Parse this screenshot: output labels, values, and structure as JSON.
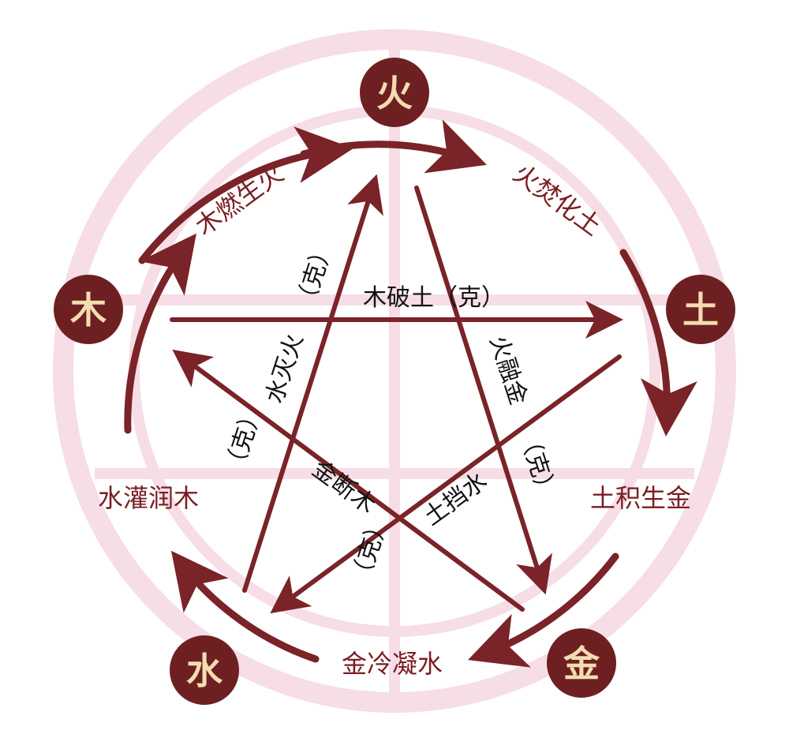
{
  "elements": {
    "fire": "火",
    "earth": "土",
    "metal": "金",
    "water": "水",
    "wood": "木"
  },
  "generating_labels": {
    "wood_fire": "木燃生火",
    "fire_earth": "火焚化土",
    "earth_metal": "土积生金",
    "metal_water": "金冷凝水",
    "water_wood": "水灌润木"
  },
  "controlling_labels": {
    "wood_earth": "木破土（克）",
    "fire_metal": "火融金",
    "fire_metal_ke": "（克）",
    "earth_water": "土挡水",
    "water_fire": "水灭火",
    "water_fire_ke": "（克）",
    "metal_wood": "金断木",
    "metal_wood_ke": "（克）",
    "earth_water_ke": "（克）"
  },
  "colors": {
    "node_fill": "#6e1f22",
    "node_text": "#f3ddb0",
    "arrow": "#7a2328",
    "cycle_text": "#7a1e22",
    "control_text": "#111111",
    "watermark": "#f6dde6"
  }
}
